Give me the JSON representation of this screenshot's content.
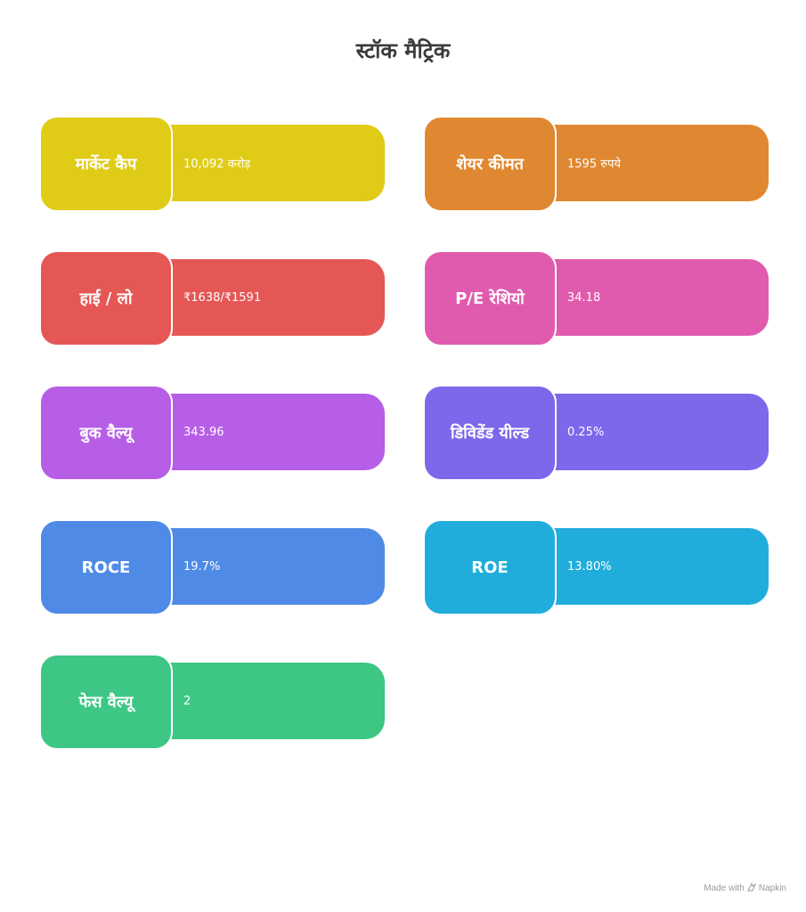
{
  "title": "स्टॉक मैट्रिक",
  "metrics": [
    {
      "label": "मार्केट कैप",
      "value": "10,092 करोड़",
      "color": "#E0CC17"
    },
    {
      "label": "शेयर कीमत",
      "value": "1595 रुपये",
      "color": "#E08831"
    },
    {
      "label": "हाई / लो",
      "value": "₹1638/₹1591",
      "color": "#E55755"
    },
    {
      "label": "P/E रेशियो",
      "value": "34.18",
      "color": "#E05BAD"
    },
    {
      "label": "बुक वैल्यू",
      "value": "343.96",
      "color": "#B75EE6"
    },
    {
      "label": "डिविडेंड यील्ड",
      "value": "0.25%",
      "color": "#7E67EA"
    },
    {
      "label": "ROCE",
      "value": "19.7%",
      "color": "#4F8BE6"
    },
    {
      "label": "ROE",
      "value": "13.80%",
      "color": "#20ADDB"
    },
    {
      "label": "फेस वैल्यू",
      "value": "2",
      "color": "#3DC684"
    }
  ],
  "footer": {
    "made_with": "Made with",
    "brand": "Napkin",
    "icon": "napkin-logo-icon"
  }
}
